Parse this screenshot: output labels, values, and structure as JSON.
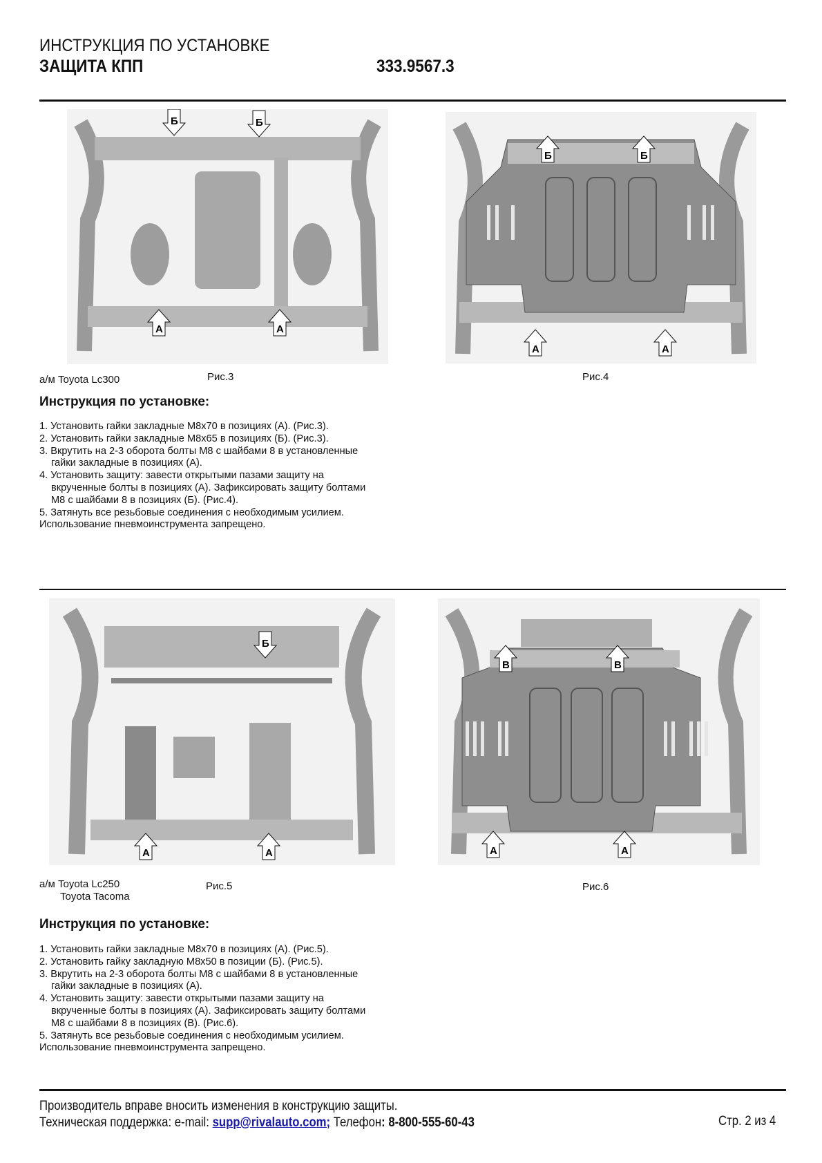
{
  "header": {
    "title": "ИНСТРУКЦИЯ ПО УСТАНОВКЕ",
    "subtitle": "ЗАЩИТА КПП",
    "part_number": "333.9567.3"
  },
  "section1": {
    "vehicle": "а/м Toyota Lc300",
    "fig_left": "Рис.3",
    "fig_right": "Рис.4",
    "fig_left_markers": [
      "Б",
      "Б",
      "А",
      "А"
    ],
    "fig_right_markers": [
      "Б",
      "Б",
      "А",
      "А"
    ],
    "heading": "Инструкция по установке:",
    "steps": [
      "1. Установить гайки закладные М8х70 в позициях (А). (Рис.3).",
      "2. Установить гайки закладные М8х65 в позициях (Б). (Рис.3).",
      "3. Вкрутить на 2-3 оборота болты М8 с шайбами 8 в установленные",
      "гайки закладные в позициях (А).",
      "4. Установить защиту: завести открытыми пазами защиту на",
      "вкрученные болты в позициях (А). Зафиксировать защиту болтами",
      "М8 с шайбами 8 в позициях (Б). (Рис.4).",
      "5. Затянуть все резьбовые соединения с необходимым усилием.",
      "Использование пневмоинструмента запрещено."
    ]
  },
  "section2": {
    "vehicle_line1": "а/м Toyota Lc250",
    "vehicle_line2": "Toyota Tacoma",
    "fig_left": "Рис.5",
    "fig_right": "Рис.6",
    "fig_left_markers": [
      "Б",
      "А",
      "А"
    ],
    "fig_right_markers": [
      "В",
      "В",
      "А",
      "А"
    ],
    "heading": "Инструкция по установке:",
    "steps": [
      "1. Установить гайки закладные М8х70 в позициях (А). (Рис.5).",
      "2. Установить гайку закладную М8х50 в позиции (Б). (Рис.5).",
      "3. Вкрутить на 2-3 оборота болты М8 с шайбами 8 в установленные",
      "гайки закладные в позициях (А).",
      "4. Установить защиту: завести открытыми пазами защиту на",
      "вкрученные болты в позициях (А). Зафиксировать защиту болтами",
      "М8 с шайбами 8 в позициях (В). (Рис.6).",
      "5. Затянуть все резьбовые соединения с необходимым усилием.",
      "Использование пневмоинструмента запрещено."
    ]
  },
  "footer": {
    "notice": "Производитель вправе вносить изменения в конструкцию защиты.",
    "support_label": "Техническая поддержка:  e-mail: ",
    "email": "supp@rivalauto.com;",
    "phone_label": " Телефон",
    "phone": ": 8-800-555-60-43",
    "page": "Стр. 2 из 4"
  }
}
